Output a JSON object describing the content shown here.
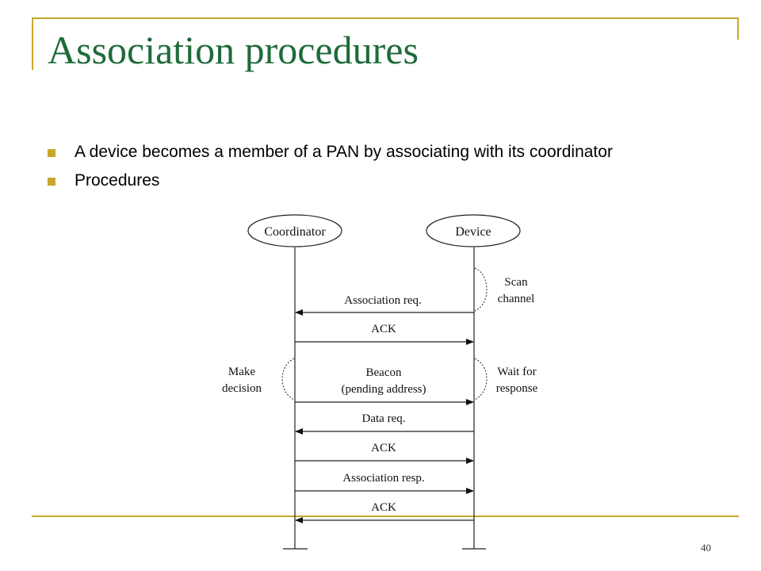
{
  "title": "Association procedures",
  "bullets": [
    "A device becomes a member of a PAN by associating with its coordinator",
    "Procedures"
  ],
  "page_number": "40",
  "colors": {
    "accent": "#c8a62e",
    "title": "#1e6b3a"
  },
  "diagram": {
    "entities": {
      "coordinator": "Coordinator",
      "device": "Device"
    },
    "messages": {
      "association_req": "Association req.",
      "ack_1": "ACK",
      "beacon_line1": "Beacon",
      "beacon_line2": "(pending address)",
      "data_req": "Data req.",
      "ack_2": "ACK",
      "association_resp": "Association resp.",
      "ack_3": "ACK"
    },
    "annotations": {
      "scan_line1": "Scan",
      "scan_line2": "channel",
      "make_line1": "Make",
      "make_line2": "decision",
      "wait_line1": "Wait for",
      "wait_line2": "response"
    }
  }
}
